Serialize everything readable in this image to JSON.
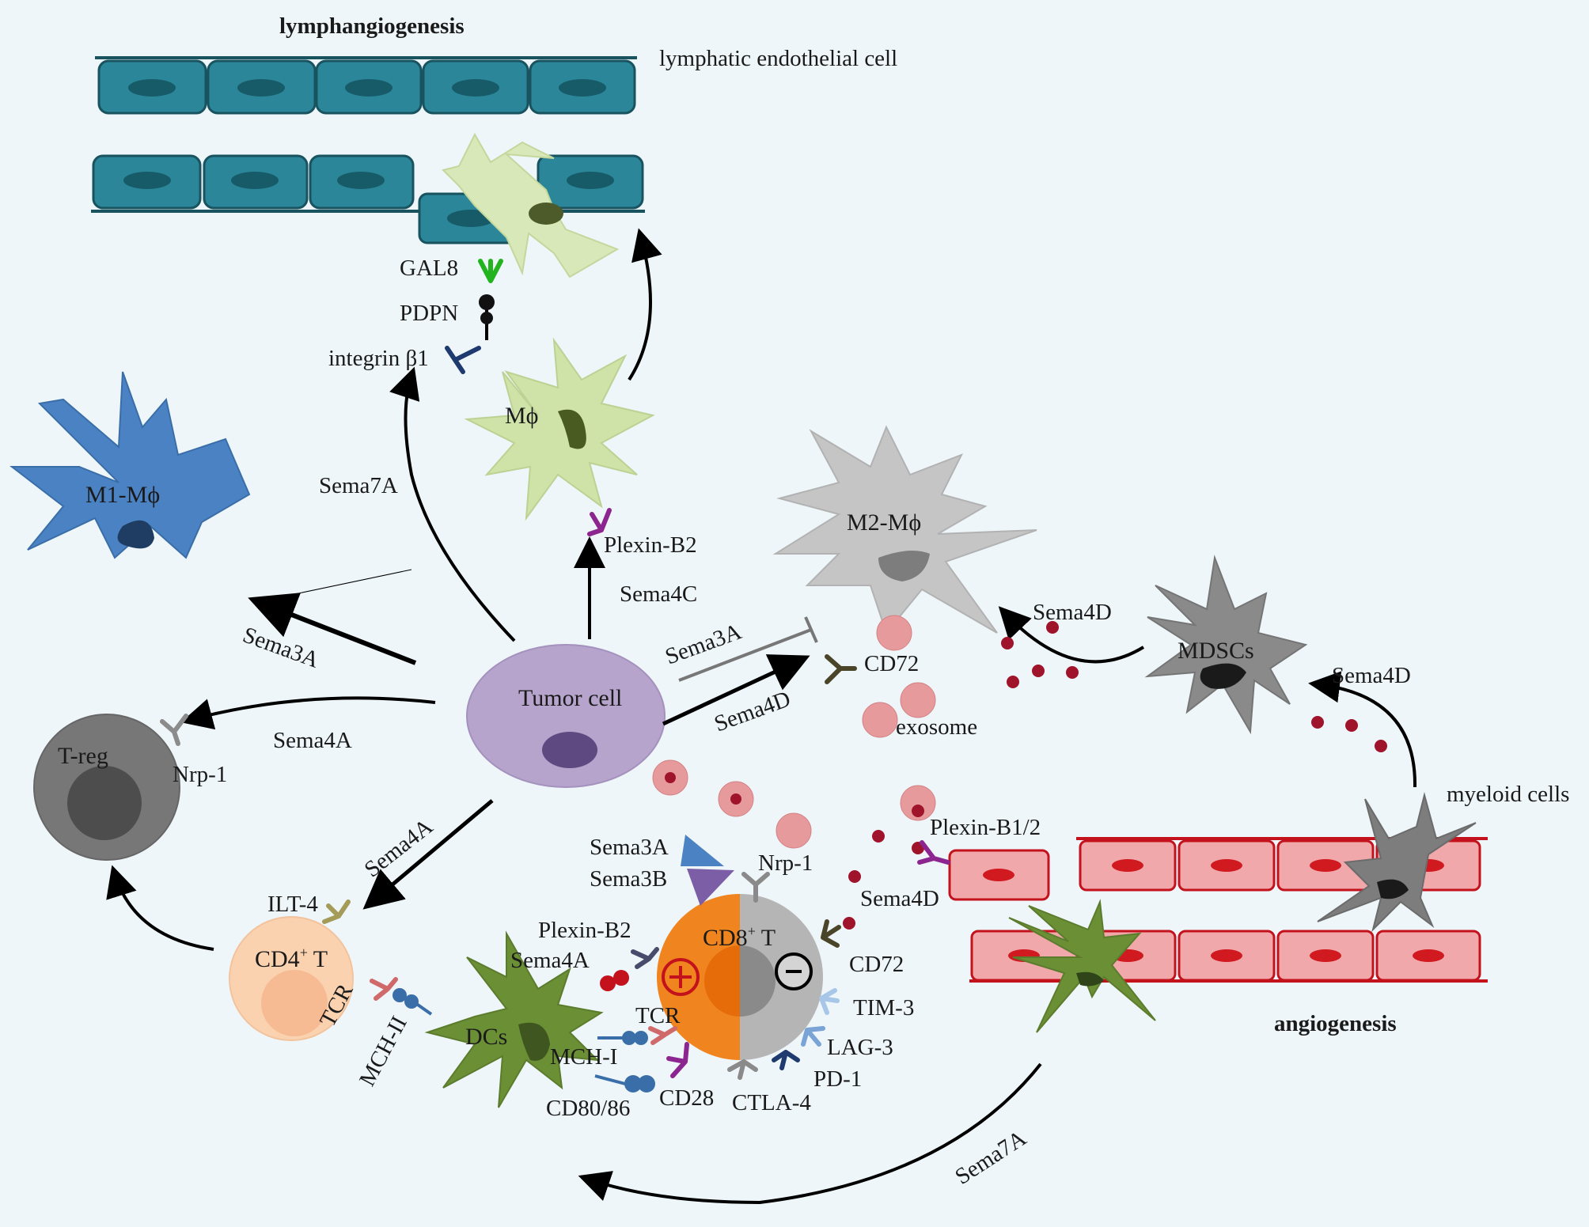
{
  "titles": {
    "lymphangiogenesis": "lymphangiogenesis",
    "angiogenesis": "angiogenesis",
    "lymphatic_endothelial_cell": "lymphatic endothelial cell",
    "myeloid_cells": "myeloid cells",
    "exosome": "exosome"
  },
  "cells": {
    "tumor": "Tumor cell",
    "m1": "M1-Mϕ",
    "m2": "M2-Mϕ",
    "mphi": "Mϕ",
    "treg": "T-reg",
    "cd4": "CD4",
    "cd4_sup": "+",
    "cd4_t": " T",
    "cd8": "CD8",
    "cd8_sup": "+",
    "cd8_t": " T",
    "dcs": "DCs",
    "mdscs": "MDSCs"
  },
  "receptors": {
    "gal8": "GAL8",
    "pdpn": "PDPN",
    "integrin": "integrin β1",
    "plexin_b2_top": "Plexin-B2",
    "cd72_m2": "CD72",
    "nrp1_treg": "Nrp-1",
    "ilt4": "ILT-4",
    "tcr_cd4": "TCR",
    "mch2": "MCH-II",
    "plexin_b2_dc": "Plexin-B2",
    "sema4a_dc": "Sema4A",
    "mch1": "MCH-I",
    "tcr_cd8": "TCR",
    "cd80": "CD80/86",
    "cd28": "CD28",
    "ctla4": "CTLA-4",
    "pd1": "PD-1",
    "lag3": "LAG-3",
    "tim3": "TIM-3",
    "cd72_cd8": "CD72",
    "nrp1_cd8": "Nrp-1",
    "plexin_b12": "Plexin-B1/2"
  },
  "signals": {
    "sema7a_top": "Sema7A",
    "sema4c": "Sema4C",
    "sema3a_m1": "Sema3A",
    "sema4a_treg": "Sema4A",
    "sema4a_cd4": "Sema4A",
    "sema3a_m2": "Sema3A",
    "sema4d_m2": "Sema4D",
    "sema4d_mdsc_m2": "Sema4D",
    "sema4d_myeloid": "Sema4D",
    "sema4d_vessel": "Sema4D",
    "sema3a_cd8": "Sema3A",
    "sema3b_cd8": "Sema3B",
    "sema7a_bottom": "Sema7A"
  },
  "colors": {
    "lymph_fill": "#2b8699",
    "lymph_stroke": "#18535f",
    "vessel_fill": "#f0a8ab",
    "vessel_stroke": "#c4121d",
    "tumor": "#b6a4cc",
    "m1": "#4a82c3",
    "m2": "#c5c5c5",
    "mphi": "#cfe2a8",
    "dc": "#6b8f35",
    "mdsc": "#8a8a8a",
    "treg": "#777777",
    "cd4": "#fbd2b0",
    "cd8_left": "#f0841e",
    "cd8_right": "#b5b5b5"
  }
}
